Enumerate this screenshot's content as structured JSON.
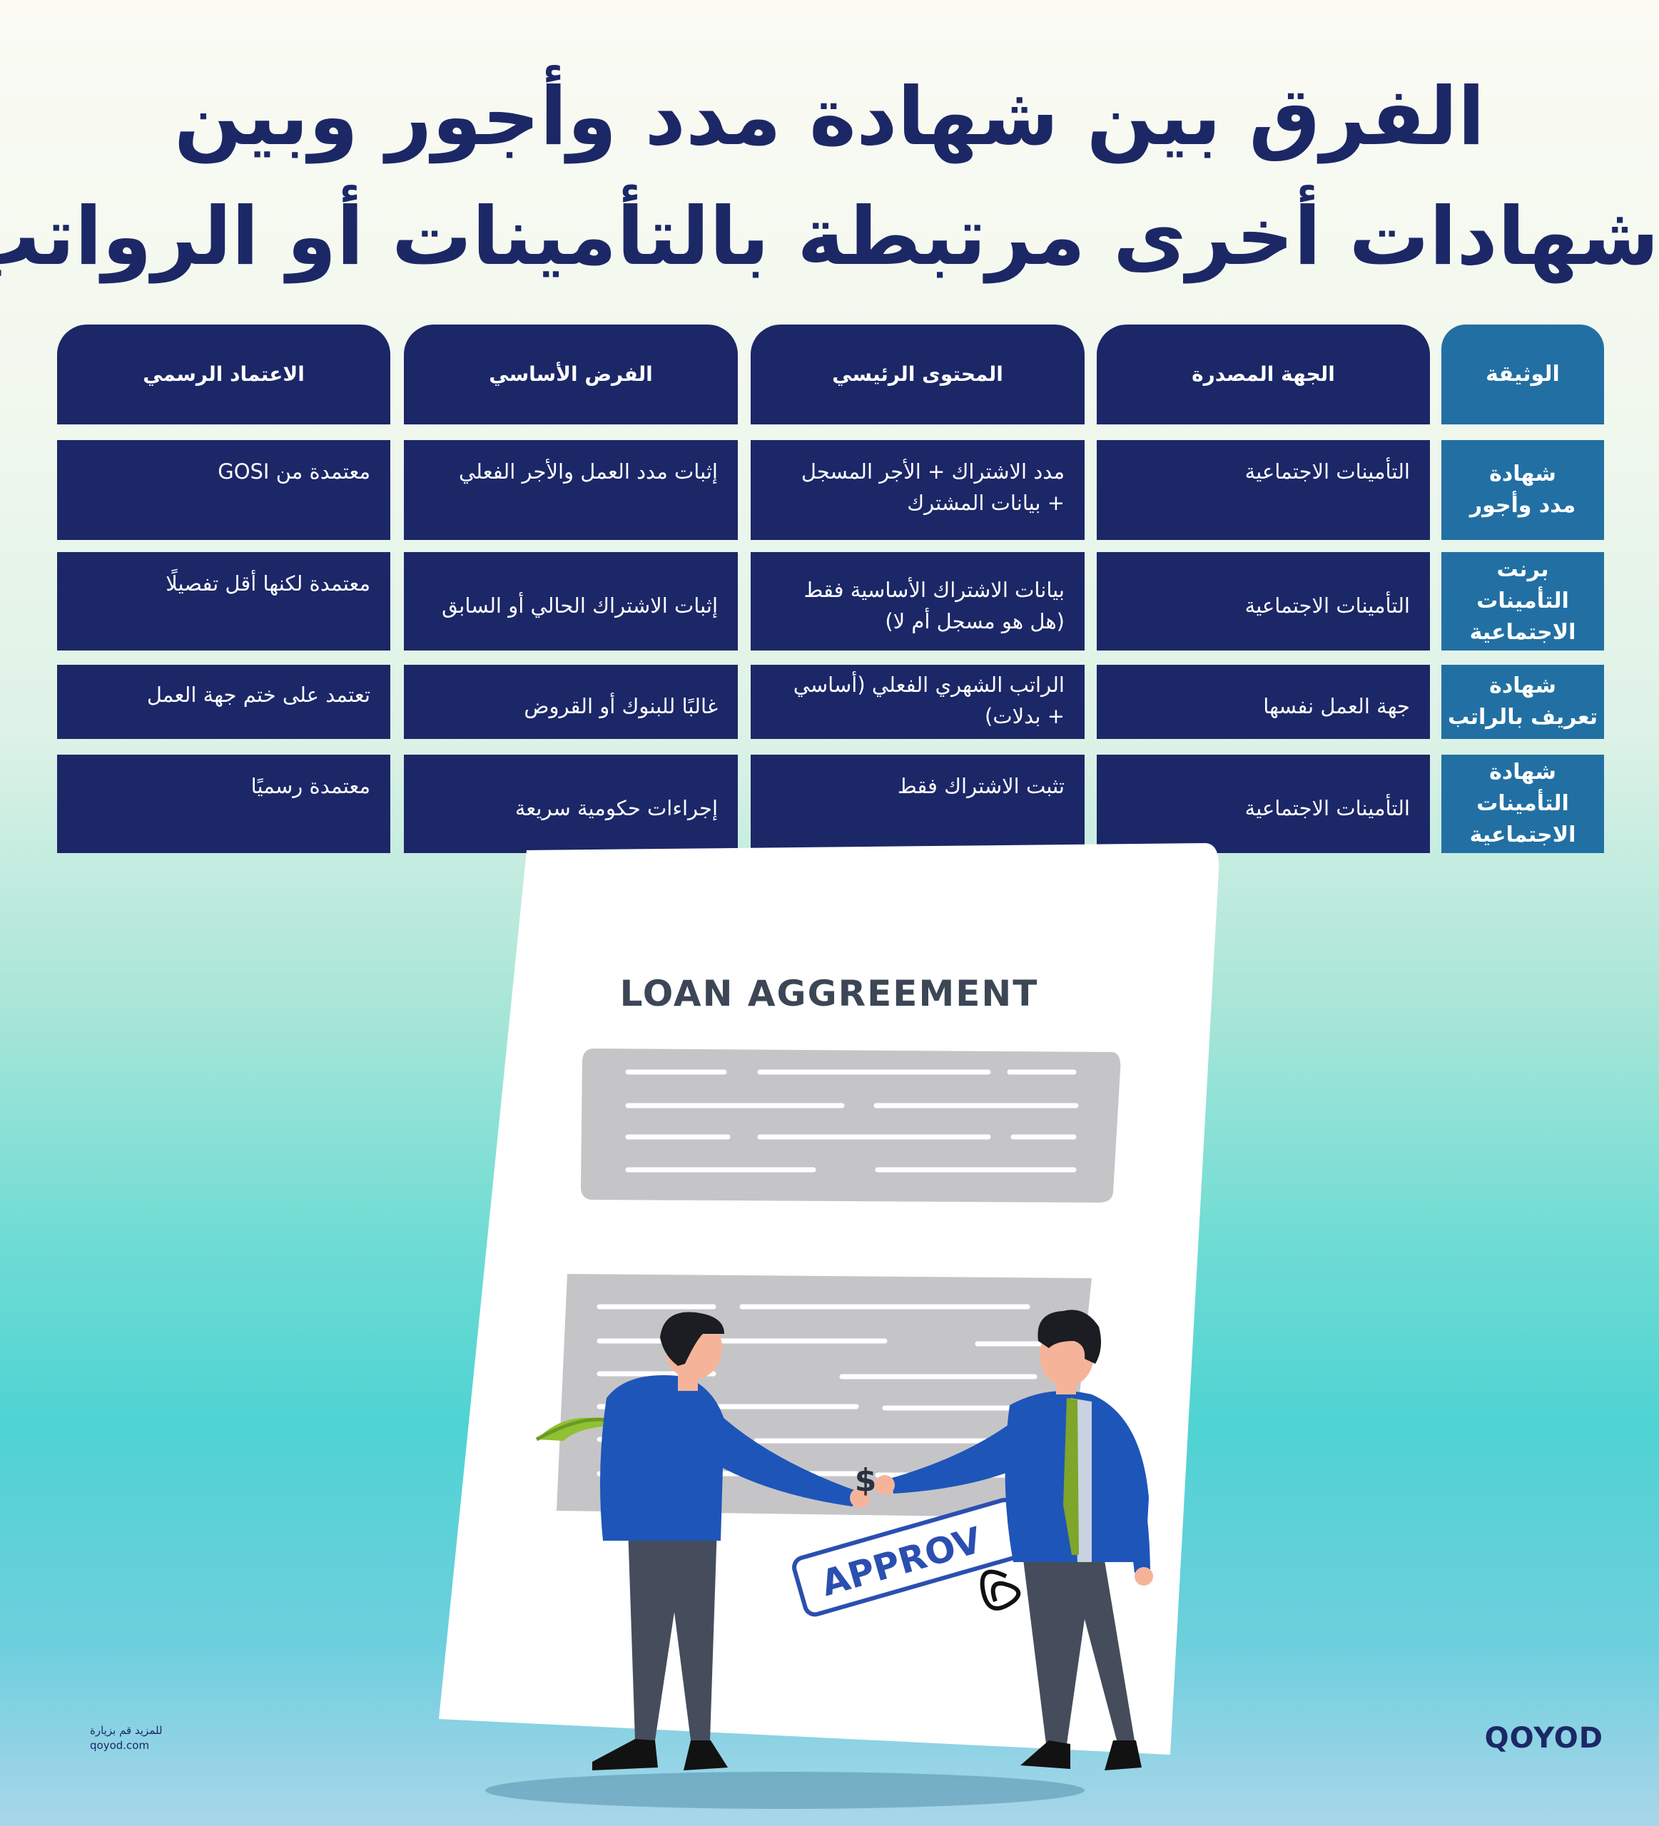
{
  "title": {
    "line1": "الفرق بين شهادة مدد وأجور وبين",
    "line2": "شهادات أخرى مرتبطة بالتأمينات أو الرواتب"
  },
  "table": {
    "headers": [
      "الوثيقة",
      "الجهة المصدرة",
      "المحتوى الرئيسي",
      "الفرض الأساسي",
      "الاعتماد الرسمي"
    ],
    "rows": [
      {
        "document": "شهادة\nمدد وأجور",
        "issuer": "التأمينات الاجتماعية",
        "content": "مدد الاشتراك + الأجر المسجل\n+ بيانات المشترك",
        "purpose": "إثبات مدد العمل والأجر الفعلي",
        "approval": "معتمدة من GOSI"
      },
      {
        "document": "برنت التأمينات\nالاجتماعية",
        "issuer": "التأمينات الاجتماعية",
        "content": "بيانات الاشتراك الأساسية فقط\n(هل هو مسجل أم لا)",
        "purpose": "إثبات الاشتراك الحالي أو السابق",
        "approval": "معتمدة لكنها أقل تفصيلًا"
      },
      {
        "document": "شهادة\nتعريف بالراتب",
        "issuer": "جهة العمل نفسها",
        "content": "الراتب الشهري الفعلي (أساسي\n+ بدلات)",
        "purpose": "غالبًا للبنوك أو القروض",
        "approval": "تعتمد على ختم جهة العمل"
      },
      {
        "document": "شهادة التأمينات\nالاجتماعية",
        "issuer": "التأمينات الاجتماعية",
        "content": "تثبت الاشتراك فقط",
        "purpose": "إجراءات حكومية سريعة",
        "approval": "معتمدة رسميًا"
      }
    ]
  },
  "illustration": {
    "document_title": "LOAN AGGREEMENT",
    "stamp_text": "APPROV",
    "dollar_sign": "$"
  },
  "footer": {
    "visit_line1": "للمزيد قم بزيارة",
    "visit_line2": "qoyod.com",
    "brand": "QOYOD"
  },
  "colors": {
    "navy": "#1c2767",
    "label_blue": "#2270a3",
    "title": "#1c2866"
  }
}
